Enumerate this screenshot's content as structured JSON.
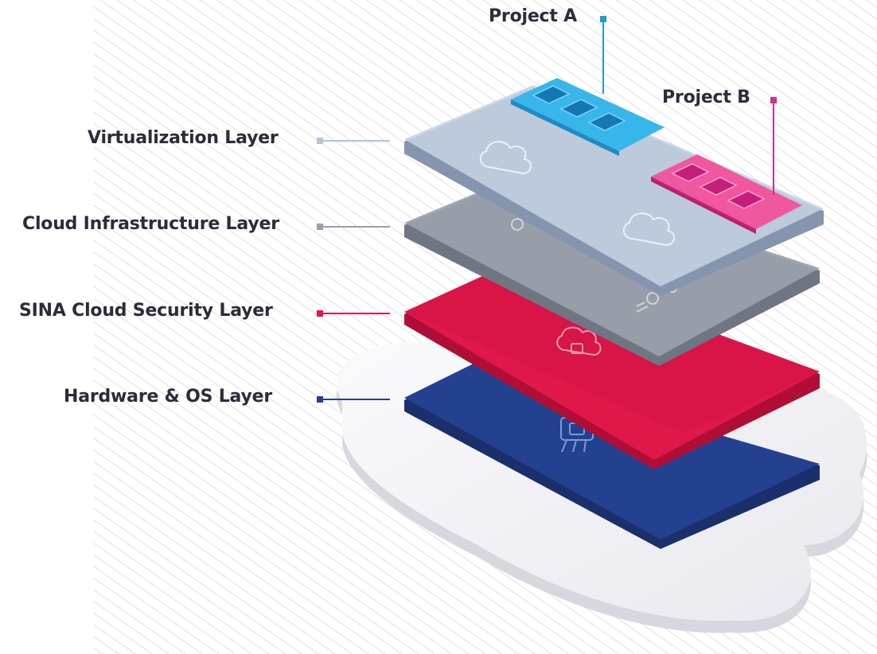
{
  "diagram": {
    "layers": [
      {
        "label": "Virtualization Layer",
        "color": "#b4c3d6"
      },
      {
        "label": "Cloud Infrastructure Layer",
        "color": "#9aa1ac"
      },
      {
        "label": "SINA Cloud Security Layer",
        "color": "#e0184a"
      },
      {
        "label": "Hardware & OS Layer",
        "color": "#23418f"
      }
    ],
    "projects": [
      {
        "label": "Project A",
        "color": "#1f9ad6"
      },
      {
        "label": "Project B",
        "color": "#d62c8c"
      }
    ],
    "background_icon_names": [
      "cloud-layers-icon",
      "network-gear-icon",
      "cloud-lock-icon",
      "chip-icon",
      "app-icon"
    ]
  }
}
